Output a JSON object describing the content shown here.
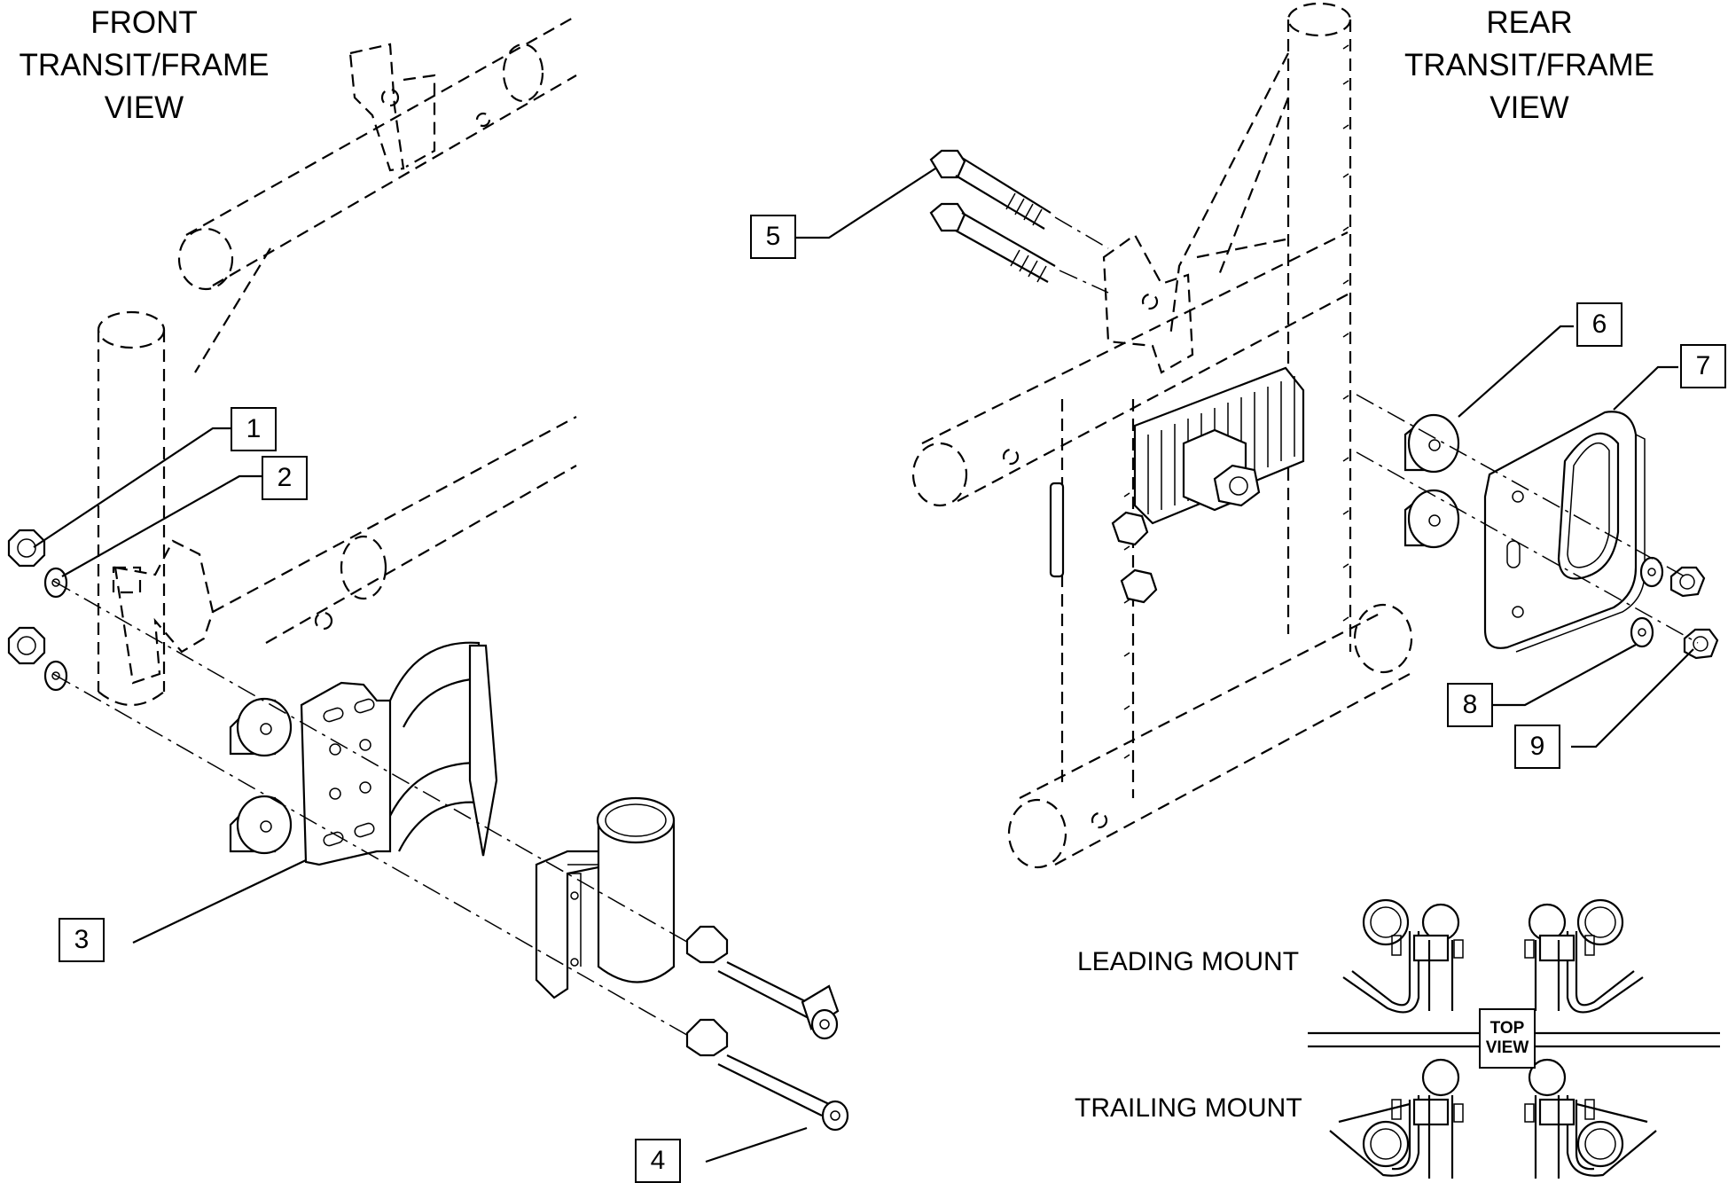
{
  "titles": {
    "front": [
      "FRONT",
      "TRANSIT/FRAME",
      "VIEW"
    ],
    "rear": [
      "REAR",
      "TRANSIT/FRAME",
      "VIEW"
    ]
  },
  "mount_labels": {
    "leading": "LEADING MOUNT",
    "trailing": "TRAILING MOUNT"
  },
  "top_view": [
    "TOP",
    "VIEW"
  ],
  "callouts": [
    "1",
    "2",
    "3",
    "4",
    "5",
    "6",
    "7",
    "8",
    "9"
  ]
}
